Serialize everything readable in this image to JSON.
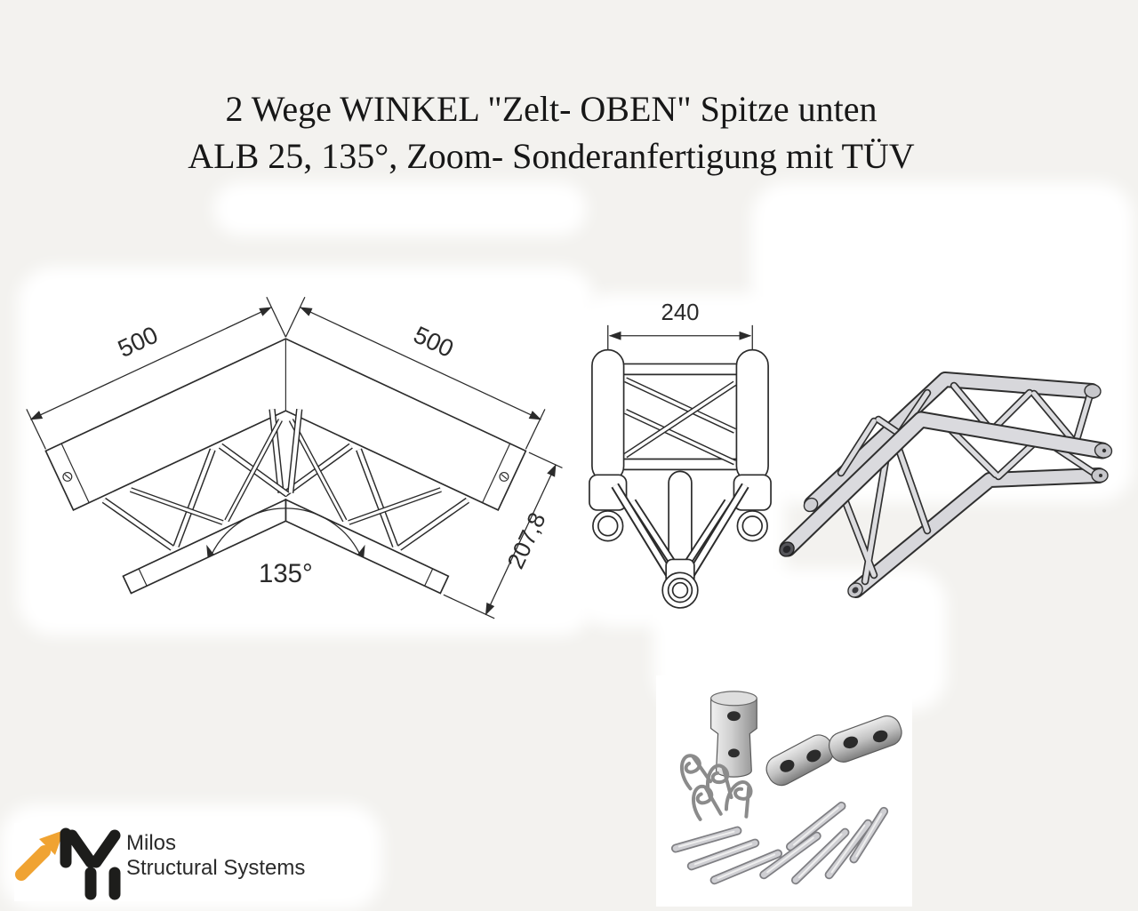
{
  "title": {
    "line1": "2 Wege WINKEL \"Zelt- OBEN\" Spitze unten",
    "line2": "ALB 25, 135°, Zoom- Sonderanfertigung mit TÜV"
  },
  "drawing": {
    "dim_left_arm": "500",
    "dim_right_arm": "500",
    "angle_label": "135°",
    "depth_label": "207,8"
  },
  "front_view": {
    "width_label": "240"
  },
  "logo": {
    "line1": "Milos",
    "line2": "Structural Systems"
  },
  "colors": {
    "accent_orange": "#F0A332",
    "line_color": "#2b2b2b",
    "tube_gray": "#d7d7db",
    "background": "#f3f2ef"
  }
}
